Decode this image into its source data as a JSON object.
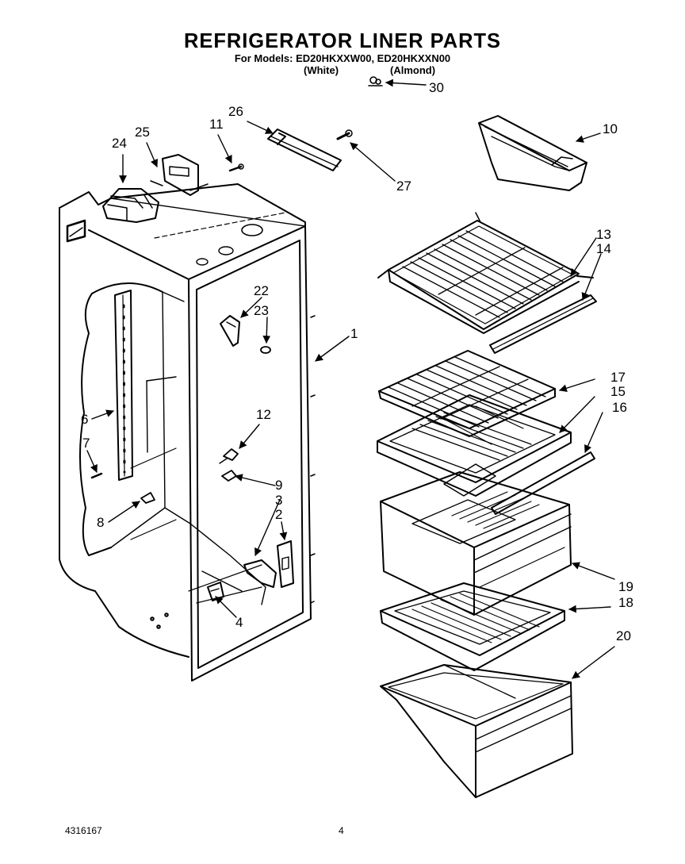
{
  "header": {
    "title": "REFRIGERATOR LINER PARTS",
    "models_line": "For Models: ED20HKXXW00, ED20HKXXN00",
    "variant_white": "(White)",
    "variant_almond": "(Almond)"
  },
  "callouts": {
    "c1": "1",
    "c2": "2",
    "c3": "3",
    "c4": "4",
    "c6": "6",
    "c7": "7",
    "c8": "8",
    "c9": "9",
    "c10": "10",
    "c11": "11",
    "c12": "12",
    "c13": "13",
    "c14": "14",
    "c15": "15",
    "c16": "16",
    "c17": "17",
    "c18": "18",
    "c19": "19",
    "c20": "20",
    "c22": "22",
    "c23": "23",
    "c24": "24",
    "c25": "25",
    "c26": "26",
    "c27": "27",
    "c30": "30"
  },
  "footer": {
    "doc_number": "4316167",
    "page_number": "4"
  }
}
